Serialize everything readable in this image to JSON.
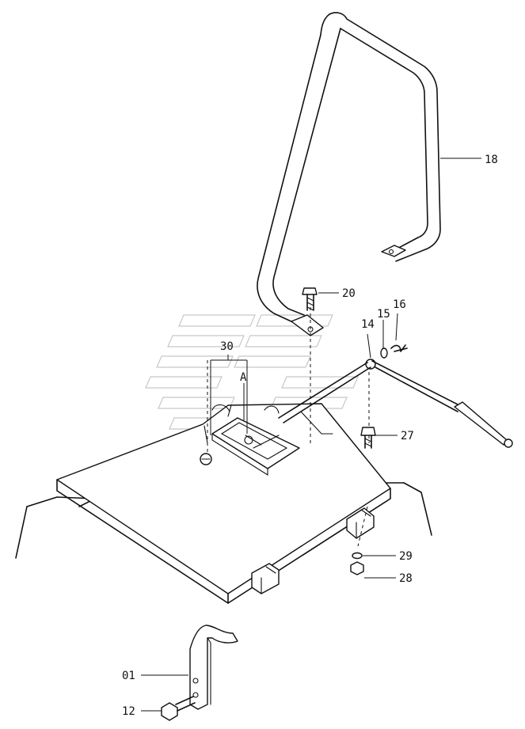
{
  "callouts": {
    "p18": "18",
    "p20": "20",
    "p16": "16",
    "p15": "15",
    "p14": "14",
    "p30": "30",
    "pA": "A",
    "p27": "27",
    "p29": "29",
    "p28": "28",
    "p01": "01",
    "p12": "12"
  },
  "colors": {
    "line": "#111111",
    "watermark": "#c8c8c8",
    "background": "#ffffff"
  }
}
